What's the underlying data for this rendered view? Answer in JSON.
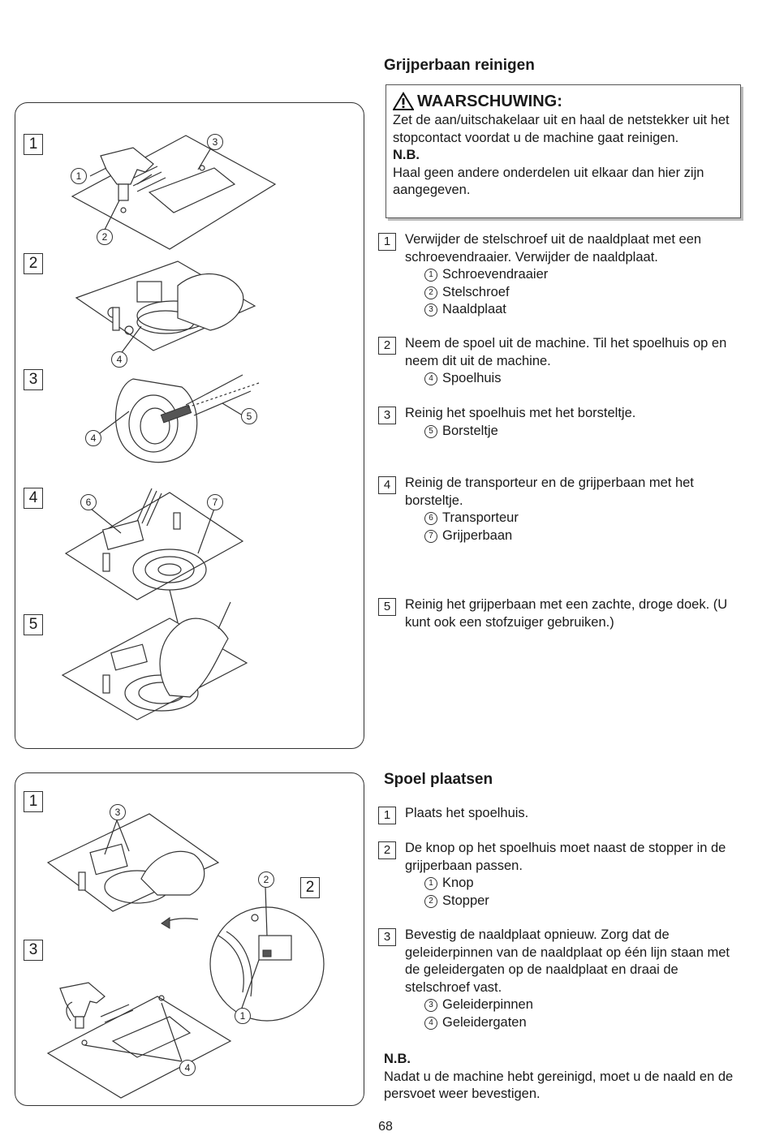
{
  "section1": {
    "title": "Grijperbaan reinigen",
    "warning": {
      "title": "WAARSCHUWING:",
      "text": "Zet de aan/uitschakelaar uit en haal de netstekker uit het stopcontact voordat u de machine gaat reinigen.",
      "nb_label": "N.B.",
      "nb_text": "Haal geen andere onderdelen uit elkaar dan hier zijn aangegeven."
    },
    "steps": [
      {
        "num": "1",
        "text": "Verwijder de stelschroef uit de naaldplaat met een schroevendraaier. Verwijder de naaldplaat.",
        "parts": [
          {
            "n": "1",
            "label": "Schroevendraaier"
          },
          {
            "n": "2",
            "label": "Stelschroef"
          },
          {
            "n": "3",
            "label": "Naaldplaat"
          }
        ]
      },
      {
        "num": "2",
        "text": "Neem de spoel uit de machine. Til het spoelhuis op en neem dit uit de machine.",
        "parts": [
          {
            "n": "4",
            "label": "Spoelhuis"
          }
        ]
      },
      {
        "num": "3",
        "text": "Reinig het spoelhuis met het borsteltje.",
        "parts": [
          {
            "n": "5",
            "label": "Borsteltje"
          }
        ]
      },
      {
        "num": "4",
        "text": "Reinig de transporteur en de grijperbaan met het borsteltje.",
        "parts": [
          {
            "n": "6",
            "label": "Transporteur"
          },
          {
            "n": "7",
            "label": "Grijperbaan"
          }
        ]
      },
      {
        "num": "5",
        "text": "Reinig het grijperbaan met een zachte, droge doek. (U kunt ook een stofzuiger gebruiken.)",
        "parts": []
      }
    ],
    "figure_steps": [
      "1",
      "2",
      "3",
      "4",
      "5"
    ],
    "figure_labels": [
      "1",
      "2",
      "3",
      "4",
      "4",
      "5",
      "6",
      "7"
    ]
  },
  "section2": {
    "title": "Spoel plaatsen",
    "steps": [
      {
        "num": "1",
        "text": "Plaats het spoelhuis.",
        "parts": []
      },
      {
        "num": "2",
        "text": "De knop op het spoelhuis moet naast de stopper in de grijperbaan passen.",
        "parts": [
          {
            "n": "1",
            "label": "Knop"
          },
          {
            "n": "2",
            "label": "Stopper"
          }
        ]
      },
      {
        "num": "3",
        "text": "Bevestig de naaldplaat opnieuw. Zorg dat de geleiderpinnen van de naaldplaat op één lijn staan met de geleidergaten op de naaldplaat en draai de stelschroef vast.",
        "parts": [
          {
            "n": "3",
            "label": "Geleiderpinnen"
          },
          {
            "n": "4",
            "label": "Geleidergaten"
          }
        ]
      }
    ],
    "nb_label": "N.B.",
    "nb_text": "Nadat u de machine hebt gereinigd, moet u de naald en de persvoet weer bevestigen.",
    "figure_steps": [
      "1",
      "2",
      "3"
    ],
    "figure_labels": [
      "3",
      "2",
      "1",
      "4"
    ]
  },
  "page_number": "68"
}
